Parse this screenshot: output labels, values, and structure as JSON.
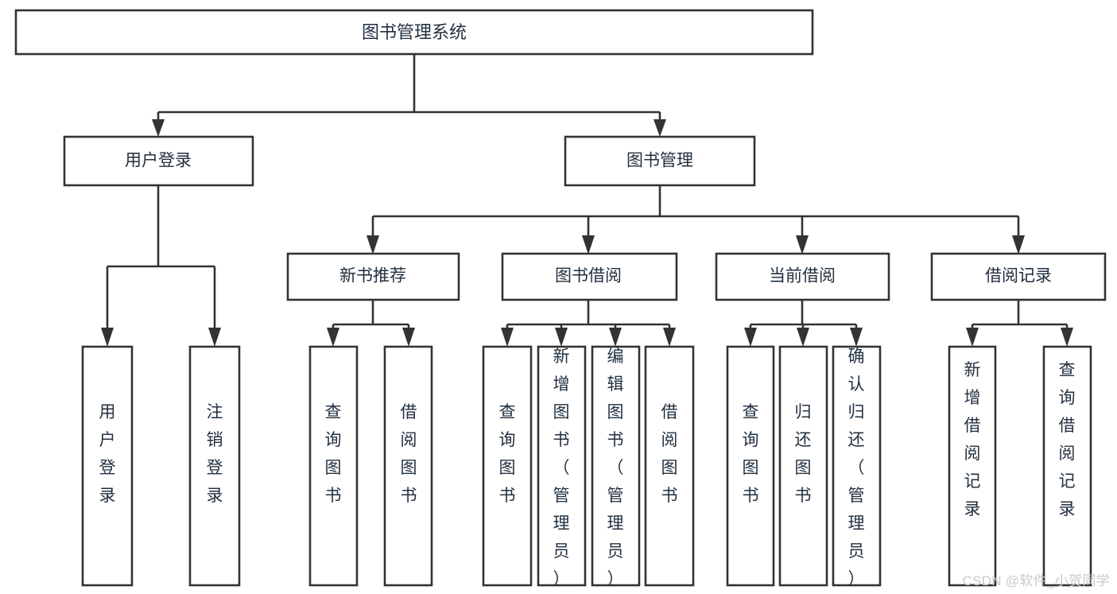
{
  "diagram": {
    "title": "图书管理系统",
    "type": "tree",
    "colors": {
      "box_stroke": "#333333",
      "box_fill": "#ffffff",
      "text": "#22303f",
      "watermark": "#c9c9c9"
    },
    "nodes": {
      "root": {
        "label": "图书管理系统"
      },
      "level1": [
        {
          "label": "用户登录"
        },
        {
          "label": "图书管理"
        }
      ],
      "level2": [
        {
          "label": "新书推荐"
        },
        {
          "label": "图书借阅"
        },
        {
          "label": "当前借阅"
        },
        {
          "label": "借阅记录"
        }
      ],
      "leaves_user_login": [
        {
          "label": "用户登录"
        },
        {
          "label": "注销登录"
        }
      ],
      "leaves_new_book": [
        {
          "label": "查询图书"
        },
        {
          "label": "借阅图书"
        }
      ],
      "leaves_borrow": [
        {
          "label": "查询图书"
        },
        {
          "label": "新增图书（管理员）"
        },
        {
          "label": "编辑图书（管理员）"
        },
        {
          "label": "借阅图书"
        }
      ],
      "leaves_current": [
        {
          "label": "查询图书"
        },
        {
          "label": "归还图书"
        },
        {
          "label": "确认归还（管理员）"
        }
      ],
      "leaves_records": [
        {
          "label": "新增借阅记录"
        },
        {
          "label": "查询借阅记录"
        }
      ]
    }
  },
  "watermark": {
    "text": "CSDN @软件_小贺同学"
  }
}
